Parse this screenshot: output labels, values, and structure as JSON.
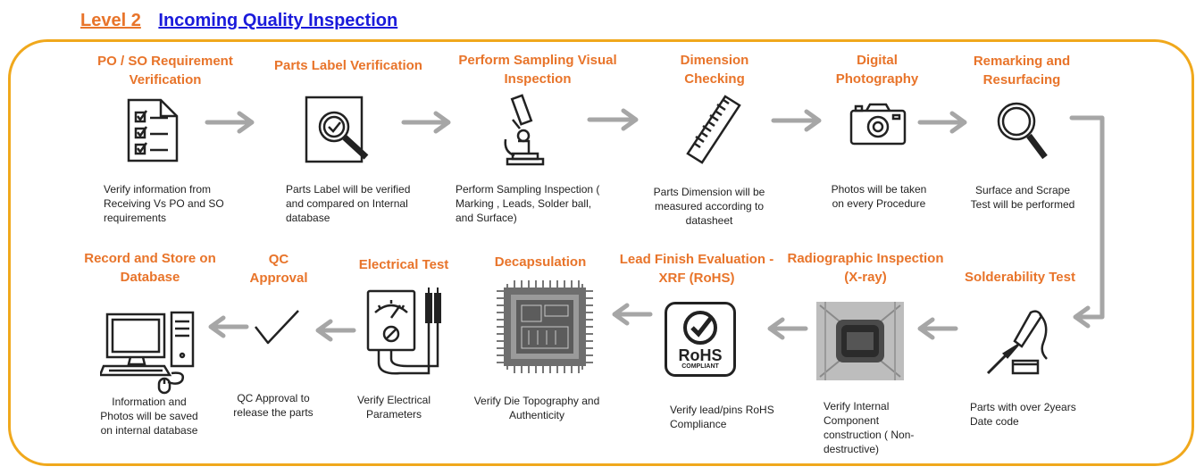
{
  "header": {
    "level": "Level 2",
    "title": "Incoming Quality Inspection"
  },
  "steps": [
    {
      "title": "PO / SO Requirement Verification",
      "desc": "Verify information from Receiving Vs PO and SO requirements",
      "icon": "checklist-icon"
    },
    {
      "title": "Parts Label Verification",
      "desc": "Parts Label will be verified and compared on Internal database",
      "icon": "label-magnifier-icon"
    },
    {
      "title": "Perform Sampling Visual Inspection",
      "desc": "Perform Sampling Inspection ( Marking , Leads, Solder ball, and Surface)",
      "icon": "microscope-icon"
    },
    {
      "title": "Dimension Checking",
      "desc": "Parts Dimension will be measured according to datasheet",
      "icon": "ruler-icon"
    },
    {
      "title": "Digital Photography",
      "desc": "Photos will be taken on every Procedure",
      "icon": "camera-icon"
    },
    {
      "title": "Remarking and Resurfacing",
      "desc": "Surface and Scrape Test will be performed",
      "icon": "magnifier-icon"
    },
    {
      "title": "Solderability Test",
      "desc": "Parts with over 2years Date code",
      "icon": "soldering-iron-icon"
    },
    {
      "title": "Radiographic Inspection (X-ray)",
      "desc": "Verify Internal Component construction ( Non-destructive)",
      "icon": "xray-chip-icon"
    },
    {
      "title": "Lead Finish Evaluation - XRF (RoHS)",
      "desc": "Verify lead/pins RoHS Compliance",
      "icon": "rohs-badge-icon",
      "badge_main": "RoHS",
      "badge_sub": "COMPLIANT"
    },
    {
      "title": "Decapsulation",
      "desc": "Verify Die Topography and Authenticity",
      "icon": "decapsulated-chip-icon"
    },
    {
      "title": "Electrical Test",
      "desc": "Verify Electrical Parameters",
      "icon": "multimeter-icon"
    },
    {
      "title": "QC Approval",
      "desc": "QC Approval to release the parts",
      "icon": "checkmark-icon"
    },
    {
      "title": "Record and Store on Database",
      "desc": "Information and Photos will be saved on internal database",
      "icon": "computer-icon"
    }
  ],
  "colors": {
    "title": "#e8742a",
    "header_title": "#1a1adb",
    "frame": "#f0a81c",
    "arrow": "#a6a6a6"
  }
}
